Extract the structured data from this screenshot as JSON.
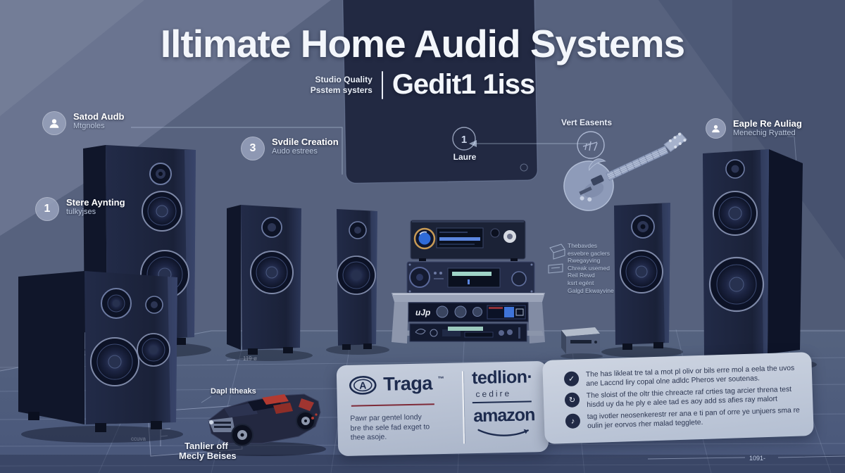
{
  "header": {
    "title": "Iltimate Home Audid Systems",
    "sub_small_1": "Studio Quality",
    "sub_small_2": "Psstem systers",
    "sub_main": "Gedit1 1iss"
  },
  "callouts": {
    "sated": {
      "title": "Satod Audb",
      "subtitle": "Mtgnoles"
    },
    "stere": {
      "badge": "1",
      "title": "Stere Aynting",
      "subtitle": "tulkyjses"
    },
    "svdile": {
      "badge": "3",
      "title": "Svdile Creation",
      "subtitle": "Audo estrees"
    },
    "laure": {
      "badge": "1",
      "title": "Laure"
    },
    "vert": {
      "title": "Vert Easents"
    },
    "eaple": {
      "title": "Eaple Re Auliag",
      "subtitle": "Menechig Ryatted"
    }
  },
  "equipment_notes": {
    "line1": "Thebavdes",
    "line2": "esvebre gaclers",
    "line3": "Rwegayving",
    "line4": "Chreak usemed",
    "line5": "Reil Rewd",
    "line6": "ksrt egént",
    "line7": "Galgd Ekwayvine"
  },
  "rack": {
    "badge": "uJp"
  },
  "car": {
    "label_top": "Dapl Itheaks",
    "label_bottom_1": "Tanlier off",
    "label_bottom_2": "Mecly Beises",
    "label_side": "ccuva"
  },
  "blueprint": {
    "tick_left": "119 ø",
    "tick_right": "1091-"
  },
  "brand_panel": {
    "logo_letter": "A",
    "logo": "Traga",
    "tm": "™",
    "tagline_1": "Pawr par gentel londy",
    "tagline_2": "bre the sele fad exget to",
    "tagline_3": "thee asoje.",
    "brand2": "tedlion·",
    "brand2_sub": "cedire",
    "brand3": "amazon"
  },
  "bullets": {
    "item1": {
      "glyph": "✓",
      "text": "The has likleat tre tal a mot pl oliv or bils erre mol a eela the uvos ane Laccnd liry copal olne adldc Pheros ver soutenas."
    },
    "item2": {
      "glyph": "↻",
      "text": "The sloist of the oltr thie chreacte raf crties tag arcier threna test hisdd uy da he ply e alee tad es aoy add ss afies ray malort"
    },
    "item3": {
      "glyph": "♪",
      "text": "tag ivotler neosenkerestr rer ana e ti pan of orre ye unjuers sma re oulin jer eorvos rher malad tegglete."
    }
  },
  "colors": {
    "background": "#57627e",
    "panel_dark": "#222942",
    "speaker_navy": "#1b2238",
    "panel_light": "#c6cedd",
    "brand_navy": "#1d2b4e",
    "accent_red": "#b23a31",
    "title_white": "#f3f6fb"
  }
}
